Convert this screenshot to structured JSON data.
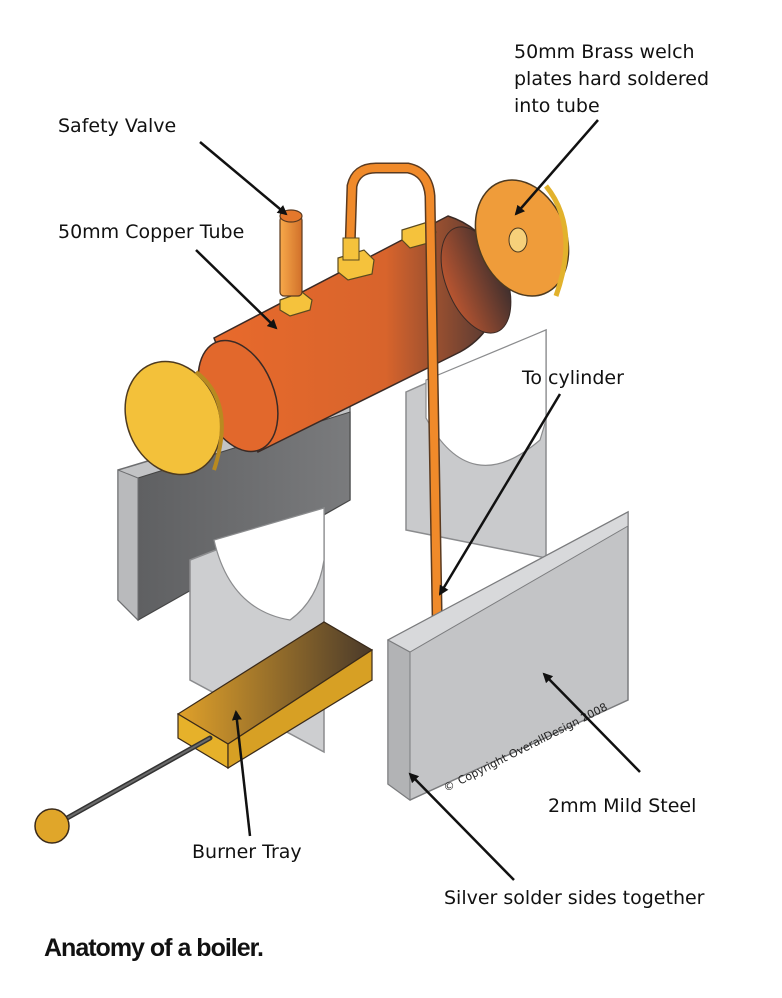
{
  "labels": {
    "welch_line1": "50mm Brass welch",
    "welch_line2": "plates hard soldered",
    "welch_line3": "into tube",
    "safety_valve": "Safety Valve",
    "copper_tube": "50mm Copper Tube",
    "to_cylinder": "To cylinder",
    "mild_steel": "2mm Mild Steel",
    "burner_tray": "Burner Tray",
    "silver_solder": "Silver solder sides together"
  },
  "copyright": {
    "symbol": "©",
    "text": "Copyright OverallDesign 2008"
  },
  "caption": "Anatomy of a boiler.",
  "colors": {
    "copper": "#e86a2c",
    "copper_dark": "#5a3a34",
    "brass": "#f2c12e",
    "brass_plate_right": "#f0a03a",
    "steel_light": "#c8c9cb",
    "steel_dark": "#6b6c6e",
    "pipe": "#f08a2a"
  }
}
